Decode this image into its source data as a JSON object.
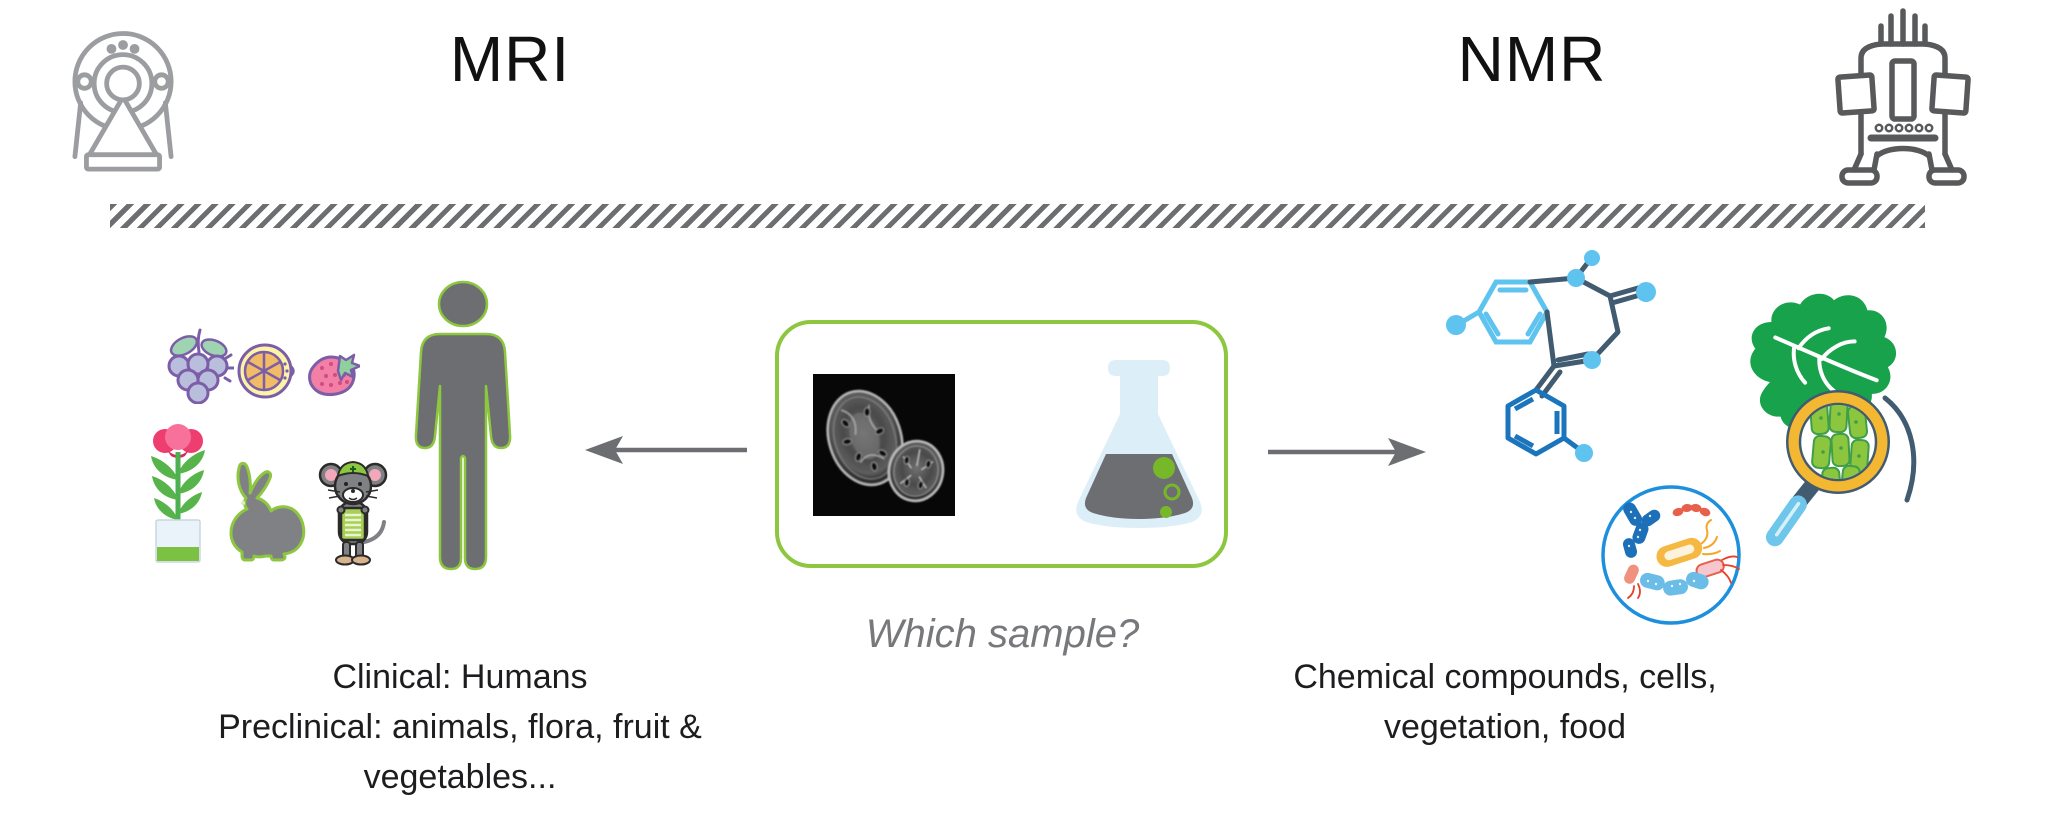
{
  "header": {
    "left_title": "MRI",
    "right_title": "NMR",
    "left_icon": "mri-scanner-icon",
    "right_icon": "nmr-spectrometer-icon"
  },
  "divider": {
    "style": "diagonal-hatch",
    "color": "#6d6e71"
  },
  "center": {
    "question": "Which sample?",
    "box_contents": [
      "mri-scan-of-fruit-slices",
      "flask-icon"
    ]
  },
  "left_panel": {
    "caption": "Clinical: Humans\nPreclinical: animals, flora, fruit &\nvegetables...",
    "icons": [
      "grapes-icon",
      "lemon-slice-icon",
      "strawberry-icon",
      "flower-pot-icon",
      "rabbit-icon",
      "mouse-icon",
      "human-figure-icon",
      "arrow-left-icon"
    ]
  },
  "right_panel": {
    "caption": "Chemical compounds, cells,\nvegetation, food",
    "icons": [
      "arrow-right-icon",
      "molecule-icon",
      "leaf-magnifier-icon",
      "microbes-icon"
    ]
  },
  "colors": {
    "accent_green": "#8dc63f",
    "gray": "#6d6e71",
    "light_blue": "#5ec3ef",
    "medium_blue": "#1b75bc",
    "navy": "#415b70",
    "leaf_green": "#17a24b",
    "gold": "#f3b731"
  }
}
